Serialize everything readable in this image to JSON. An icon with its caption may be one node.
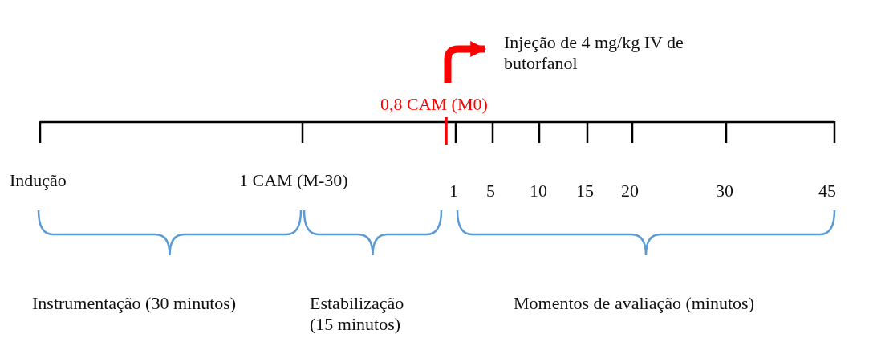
{
  "diagram": {
    "nodes": [
      {
        "text": [
          "Injeção de 4 mg/kg IV de butorfanol"
        ]
      },
      {
        "text": [
          "0,8 CAM (M0)"
        ]
      }
    ],
    "edges": [
      {
        "from": 1,
        "to": 0,
        "arrow": "to"
      }
    ],
    "labels": [
      "Indução",
      "1 CAM (M-30)",
      "1",
      "5",
      "10",
      "15",
      "20",
      "30",
      "45",
      "Instrumentação (30 minutos)",
      "Estabilização (15 minutos)",
      "Momentos de avaliação (minutos)"
    ]
  }
}
